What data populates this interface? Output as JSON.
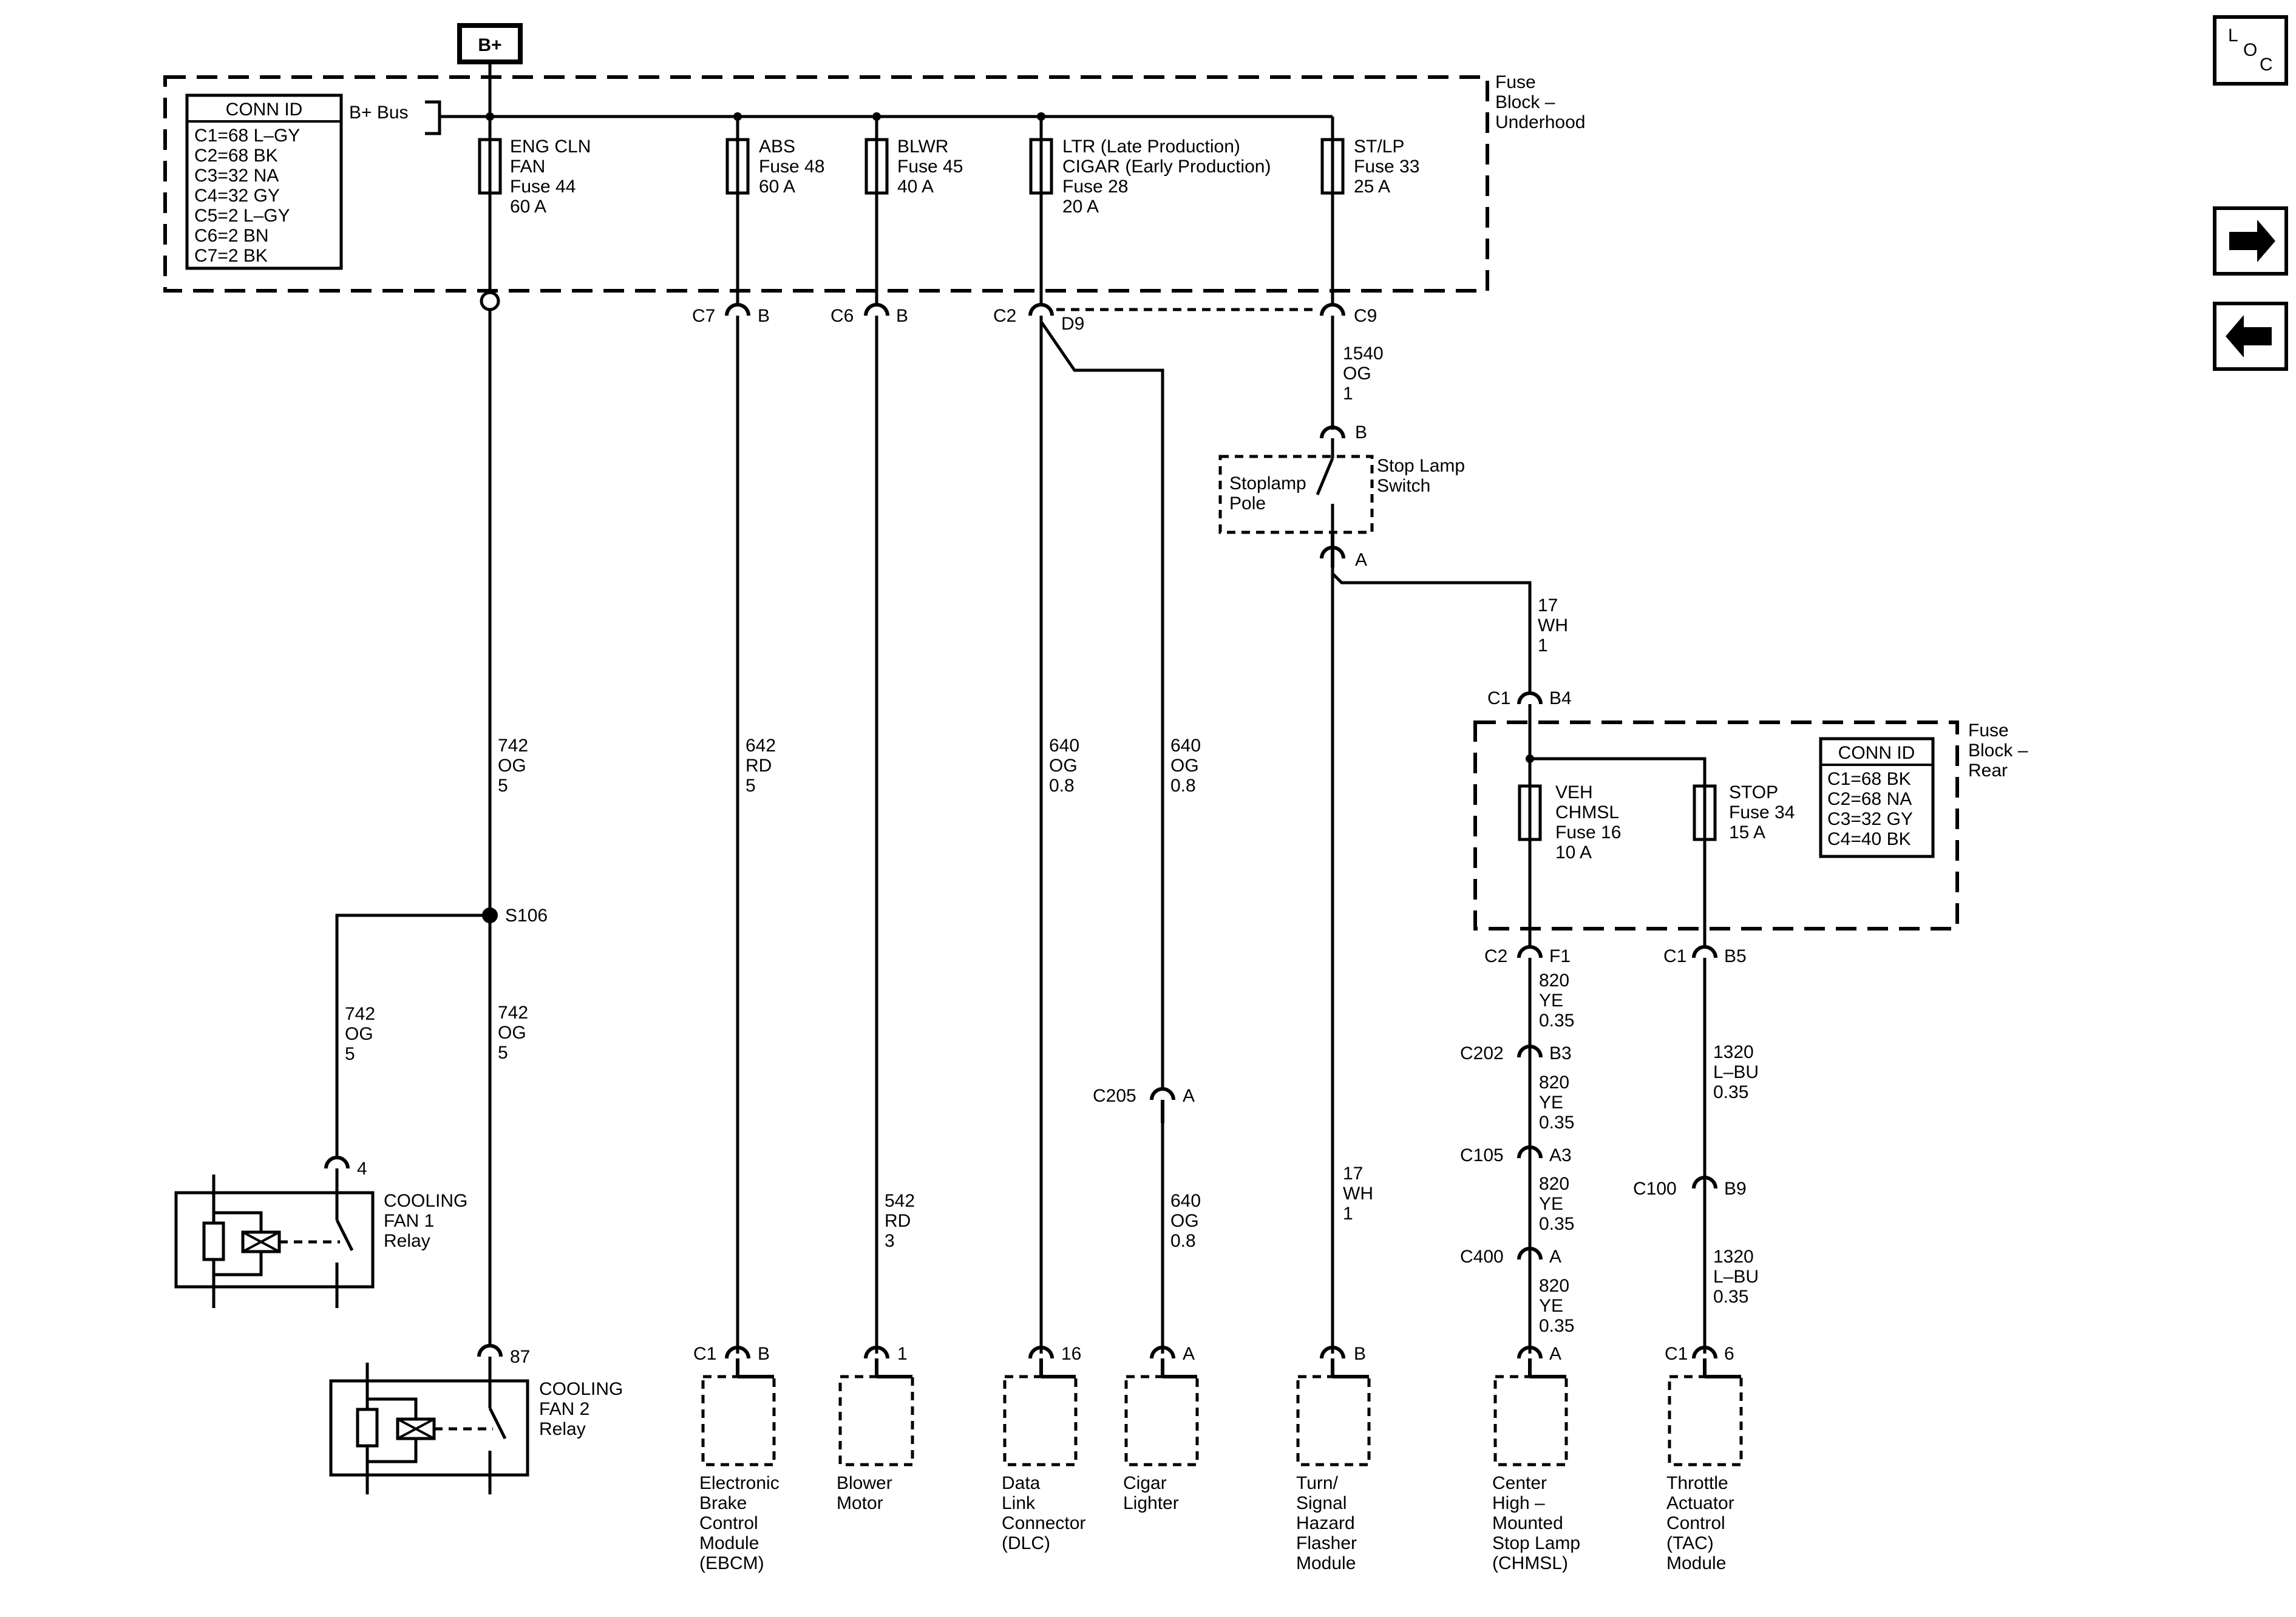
{
  "bplus": "B+",
  "loc": {
    "l": "L",
    "o": "O",
    "c": "C"
  },
  "nav": {
    "next_icon": "arrow-right-icon",
    "prev_icon": "arrow-left-icon"
  },
  "bplus_bus": "B+ Bus",
  "fuse_block_underhood": [
    "Fuse",
    "Block –",
    "Underhood"
  ],
  "fuse_block_rear": [
    "Fuse",
    "Block –",
    "Rear"
  ],
  "conn_id_underhood": {
    "title": "CONN ID",
    "rows": [
      "C1=68 L–GY",
      "C2=68 BK",
      "C3=32 NA",
      "C4=32 GY",
      "C5=2 L–GY",
      "C6=2 BN",
      "C7=2 BK"
    ]
  },
  "conn_id_rear": {
    "title": "CONN ID",
    "rows": [
      "C1=68 BK",
      "C2=68 NA",
      "C3=32 GY",
      "C4=40 BK"
    ]
  },
  "fuses": {
    "eng_cln": [
      "ENG CLN",
      "FAN",
      "Fuse 44",
      "60 A"
    ],
    "abs": [
      "ABS",
      "Fuse 48",
      "60 A"
    ],
    "blwr": [
      "BLWR",
      "Fuse 45",
      "40 A"
    ],
    "ltr": [
      "LTR (Late Production)",
      "CIGAR (Early Production)",
      "Fuse 28",
      "20 A"
    ],
    "stlp": [
      "ST/LP",
      "Fuse 33",
      "25 A"
    ],
    "veh_chmsl": [
      "VEH",
      "CHMSL",
      "Fuse 16",
      "10 A"
    ],
    "stop": [
      "STOP",
      "Fuse 34",
      "15 A"
    ]
  },
  "connectors": {
    "c7": "C7",
    "c7_pin": "B",
    "c6": "C6",
    "c6_pin": "B",
    "c2": "C2",
    "c2_pin": "D9",
    "c9": "C9",
    "sls_b": "B",
    "sls_a": "A",
    "c1_b4": "C1",
    "c1_b4_pin": "B4",
    "c2_f1": "C2",
    "c2_f1_pin": "F1",
    "c1_b5": "C1",
    "c1_b5_pin": "B5",
    "c202": "C202",
    "c202_pin": "B3",
    "c105": "C105",
    "c105_pin": "A3",
    "c400": "C400",
    "c400_pin": "A",
    "c100": "C100",
    "c100_pin": "B9",
    "c205": "C205",
    "c205_pin": "A",
    "relay1_pin": "4",
    "relay2_pin": "87",
    "ebcm_c": "C1",
    "ebcm_pin": "B",
    "blower_pin": "1",
    "dlc_pin": "16",
    "cigar_pin": "A",
    "turn_pin": "B",
    "chmsl_pin": "A",
    "tac_c": "C1",
    "tac_pin": "6"
  },
  "splice": "S106",
  "wires": {
    "w742a": [
      "742",
      "OG",
      "5"
    ],
    "w742b": [
      "742",
      "OG",
      "5"
    ],
    "w742c": [
      "742",
      "OG",
      "5"
    ],
    "w642": [
      "642",
      "RD",
      "5"
    ],
    "w542": [
      "542",
      "RD",
      "3"
    ],
    "w640a": [
      "640",
      "OG",
      "0.8"
    ],
    "w640b": [
      "640",
      "OG",
      "0.8"
    ],
    "w640c": [
      "640",
      "OG",
      "0.8"
    ],
    "w1540": [
      "1540",
      "OG",
      "1"
    ],
    "w17a": [
      "17",
      "WH",
      "1"
    ],
    "w17b": [
      "17",
      "WH",
      "1"
    ],
    "w820a": [
      "820",
      "YE",
      "0.35"
    ],
    "w820b": [
      "820",
      "YE",
      "0.35"
    ],
    "w820c": [
      "820",
      "YE",
      "0.35"
    ],
    "w820d": [
      "820",
      "YE",
      "0.35"
    ],
    "w1320a": [
      "1320",
      "L–BU",
      "0.35"
    ],
    "w1320b": [
      "1320",
      "L–BU",
      "0.35"
    ]
  },
  "stop_lamp_switch": [
    "Stop Lamp",
    "Switch"
  ],
  "stoplamp_pole": [
    "Stoplamp",
    "Pole"
  ],
  "relay1": [
    "COOLING",
    "FAN 1",
    "Relay"
  ],
  "relay2": [
    "COOLING",
    "FAN 2",
    "Relay"
  ],
  "components": {
    "ebcm": [
      "Electronic",
      "Brake",
      "Control",
      "Module",
      "(EBCM)"
    ],
    "blower": [
      "Blower",
      "Motor"
    ],
    "dlc": [
      "Data",
      "Link",
      "Connector",
      "(DLC)"
    ],
    "cigar": [
      "Cigar",
      "Lighter"
    ],
    "turn": [
      "Turn/",
      "Signal",
      "Hazard",
      "Flasher",
      "Module"
    ],
    "chmsl": [
      "Center",
      "High –",
      "Mounted",
      "Stop Lamp",
      "(CHMSL)"
    ],
    "tac": [
      "Throttle",
      "Actuator",
      "Control",
      "(TAC)",
      "Module"
    ]
  }
}
